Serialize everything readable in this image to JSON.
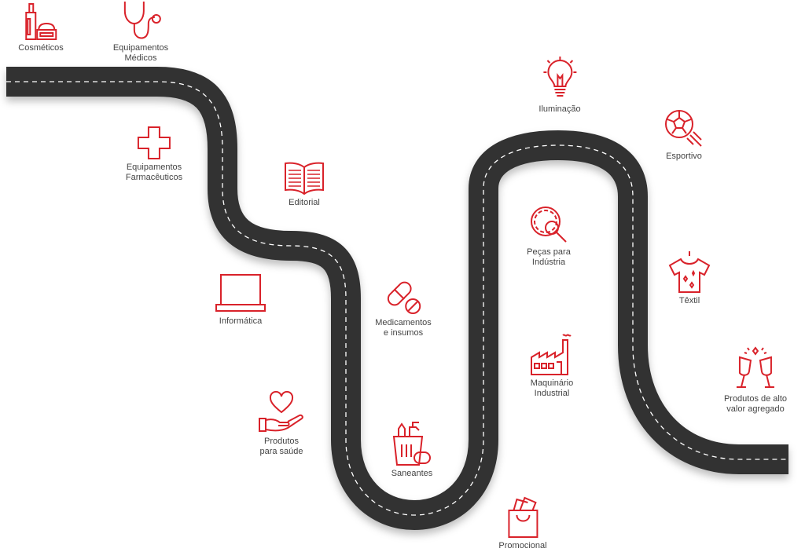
{
  "colors": {
    "icon": "#d9222a",
    "road": "#333333",
    "stripe": "#ffffff",
    "text": "#444444"
  },
  "stops": [
    {
      "icon": "cosmetics-icon",
      "lines": [
        "Cosméticos"
      ]
    },
    {
      "icon": "stethoscope-icon",
      "lines": [
        "Equipamentos",
        "Médicos"
      ]
    },
    {
      "icon": "medical-cross-icon",
      "lines": [
        "Equipamentos",
        "Farmacêuticos"
      ]
    },
    {
      "icon": "open-book-icon",
      "lines": [
        "Editorial"
      ]
    },
    {
      "icon": "laptop-icon",
      "lines": [
        "Informática"
      ]
    },
    {
      "icon": "pills-icon",
      "lines": [
        "Medicamentos",
        "e insumos"
      ]
    },
    {
      "icon": "heart-hand-icon",
      "lines": [
        "Produtos",
        "para saúde"
      ]
    },
    {
      "icon": "cleaning-products-icon",
      "lines": [
        "Saneantes"
      ]
    },
    {
      "icon": "shopping-bag-icon",
      "lines": [
        "Promocional"
      ]
    },
    {
      "icon": "factory-icon",
      "lines": [
        "Maquinário",
        "Industrial"
      ]
    },
    {
      "icon": "gear-search-icon",
      "lines": [
        "Peças para",
        "Indústria"
      ]
    },
    {
      "icon": "light-bulb-icon",
      "lines": [
        "Iluminação"
      ]
    },
    {
      "icon": "soccer-ball-icon",
      "lines": [
        "Esportivo"
      ]
    },
    {
      "icon": "tshirt-icon",
      "lines": [
        "Têxtil"
      ]
    },
    {
      "icon": "champagne-toast-icon",
      "lines": [
        "Produtos de alto",
        "valor agregado"
      ]
    }
  ]
}
